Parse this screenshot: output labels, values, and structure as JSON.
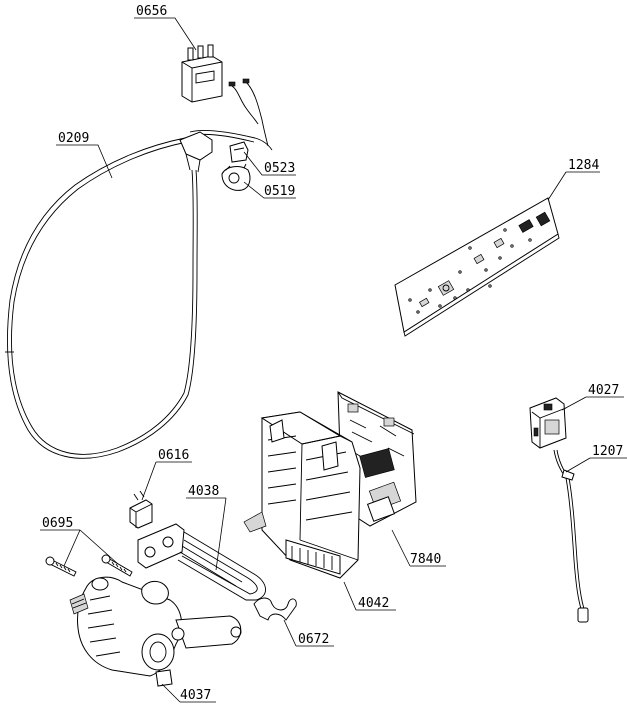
{
  "diagram": {
    "callouts": [
      {
        "id": "0656",
        "label": "0656"
      },
      {
        "id": "0209",
        "label": "0209"
      },
      {
        "id": "0523",
        "label": "0523"
      },
      {
        "id": "0519",
        "label": "0519"
      },
      {
        "id": "1284",
        "label": "1284"
      },
      {
        "id": "4027",
        "label": "4027"
      },
      {
        "id": "1207",
        "label": "1207"
      },
      {
        "id": "0616",
        "label": "0616"
      },
      {
        "id": "4038",
        "label": "4038"
      },
      {
        "id": "0695",
        "label": "0695"
      },
      {
        "id": "7840",
        "label": "7840"
      },
      {
        "id": "4042",
        "label": "4042"
      },
      {
        "id": "0672",
        "label": "0672"
      },
      {
        "id": "4037",
        "label": "4037"
      }
    ]
  }
}
